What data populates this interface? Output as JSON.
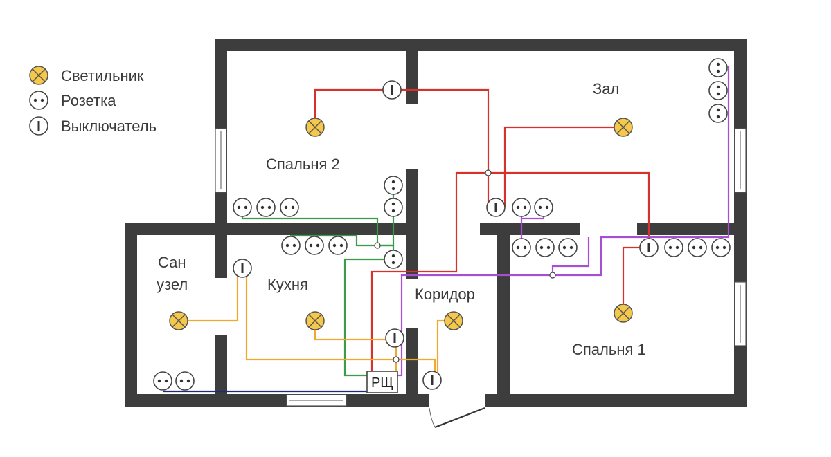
{
  "legend": {
    "lamp_label": "Светильник",
    "socket_label": "Розетка",
    "switch_label": "Выключатель"
  },
  "rooms": {
    "bedroom2": "Спальня 2",
    "hall": "Зал",
    "bathroom_line1": "Сан",
    "bathroom_line2": "узел",
    "kitchen": "Кухня",
    "corridor": "Коридор",
    "bedroom1": "Спальня 1"
  },
  "panel_label": "РЩ",
  "colors": {
    "wall": "#3d3d3d",
    "lamp_fill": "#f5c84c",
    "wire_red": "#d7312c",
    "wire_purple": "#a64fd3",
    "wire_green": "#3a9b4a",
    "wire_orange": "#f0a92c",
    "wire_navy": "#1c2a7a"
  },
  "icons": {
    "lamp": "lamp-icon",
    "socket": "socket-icon",
    "switch": "switch-icon"
  }
}
